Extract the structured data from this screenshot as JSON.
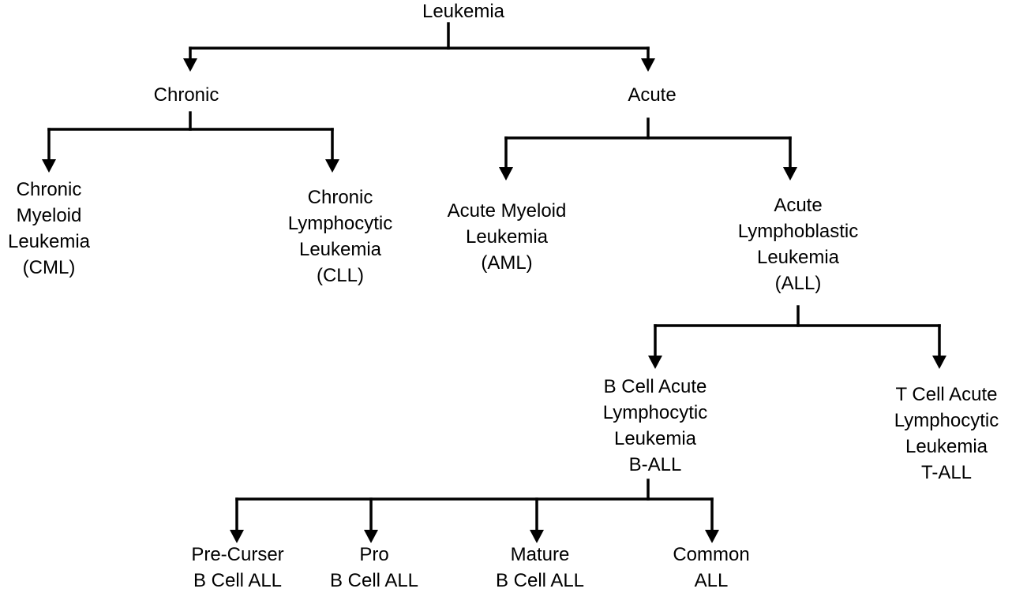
{
  "diagram": {
    "colors": {
      "line": "#000000",
      "text": "#000000",
      "background": "#ffffff"
    },
    "nodes": {
      "leukemia": [
        "Leukemia"
      ],
      "chronic": [
        "Chronic"
      ],
      "acute": [
        "Acute"
      ],
      "cml": [
        "Chronic",
        "Myeloid",
        "Leukemia",
        "(CML)"
      ],
      "cll": [
        "Chronic",
        "Lymphocytic",
        "Leukemia",
        "(CLL)"
      ],
      "aml": [
        "Acute Myeloid",
        "Leukemia",
        "(AML)"
      ],
      "all": [
        "Acute",
        "Lymphoblastic",
        "Leukemia",
        "(ALL)"
      ],
      "b_all": [
        "B Cell Acute",
        "Lymphocytic",
        "Leukemia",
        "B-ALL"
      ],
      "t_all": [
        "T Cell Acute",
        "Lymphocytic",
        "Leukemia",
        "T-ALL"
      ],
      "pre_curser": [
        "Pre-Curser",
        "B Cell ALL"
      ],
      "pro": [
        "Pro",
        "B Cell ALL"
      ],
      "mature": [
        "Mature",
        "B Cell ALL"
      ],
      "common": [
        "Common",
        "ALL"
      ]
    }
  }
}
